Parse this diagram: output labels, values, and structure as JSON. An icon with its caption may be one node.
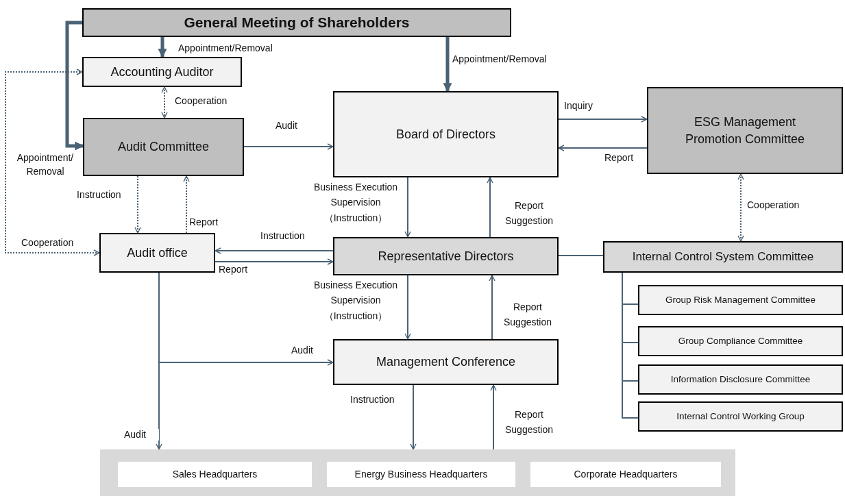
{
  "diagram": {
    "nodes": [
      {
        "text": [
          "General Meeting of Shareholders"
        ]
      },
      {
        "text": [
          "Accounting Auditor"
        ]
      },
      {
        "text": [
          "Audit Committee"
        ]
      },
      {
        "text": [
          "Board of Directors"
        ]
      },
      {
        "text": [
          "ESG Management Promotion Committee"
        ]
      },
      {
        "text": [
          "Audit office"
        ]
      },
      {
        "text": [
          "Representative Directors"
        ]
      },
      {
        "text": [
          "Internal Control System Committee"
        ]
      },
      {
        "text": [
          "Group Risk Management Committee"
        ]
      },
      {
        "text": [
          "Group Compliance Committee"
        ]
      },
      {
        "text": [
          "Information Disclosure Committee"
        ]
      },
      {
        "text": [
          "Internal Control Working Group"
        ]
      },
      {
        "text": [
          "Management Conference"
        ]
      },
      {
        "text": [],
        "shape": "band"
      },
      {
        "text": [
          "Sales Headquarters"
        ],
        "in": 13
      },
      {
        "text": [
          "Energy Business Headquarters"
        ],
        "in": 13
      },
      {
        "text": [
          "Corporate Headquarters"
        ],
        "in": 13
      }
    ],
    "edges": [
      {
        "from": 0,
        "to": 1,
        "arrow": "to",
        "label": "Appointment/Removal",
        "style": "thick"
      },
      {
        "from": 0,
        "to": 2,
        "arrow": "to",
        "label": "Appointment/ Removal",
        "style": "thick"
      },
      {
        "from": 0,
        "to": 3,
        "arrow": "to",
        "label": "Appointment/Removal",
        "style": "thick"
      },
      {
        "from": 1,
        "to": 2,
        "arrow": "both",
        "label": "Cooperation",
        "style": "dashed"
      },
      {
        "from": 5,
        "to": 1,
        "arrow": "both",
        "label": "Cooperation",
        "style": "dashed"
      },
      {
        "from": 2,
        "to": 3,
        "arrow": "to",
        "label": "Audit"
      },
      {
        "from": 2,
        "to": 5,
        "arrow": "to",
        "label": "Instruction",
        "style": "dashed"
      },
      {
        "from": 5,
        "to": 2,
        "arrow": "to",
        "label": "Report",
        "style": "dashed"
      },
      {
        "from": 3,
        "to": 4,
        "arrow": "to",
        "label": "Inquiry"
      },
      {
        "from": 4,
        "to": 3,
        "arrow": "to",
        "label": "Report"
      },
      {
        "from": 4,
        "to": 7,
        "arrow": "both",
        "label": "Cooperation",
        "style": "dashed"
      },
      {
        "from": 3,
        "to": 6,
        "arrow": "to",
        "label": "Business Execution Supervision （Instruction）"
      },
      {
        "from": 6,
        "to": 3,
        "arrow": "to",
        "label": "Report Suggestion"
      },
      {
        "from": 6,
        "to": 5,
        "arrow": "to",
        "label": "Instruction"
      },
      {
        "from": 5,
        "to": 6,
        "arrow": "to",
        "label": "Report"
      },
      {
        "from": 6,
        "to": 7,
        "arrow": "none"
      },
      {
        "from": 6,
        "to": 12,
        "arrow": "to",
        "label": "Business Execution Supervision （Instruction）"
      },
      {
        "from": 12,
        "to": 6,
        "arrow": "to",
        "label": "Report Suggestion"
      },
      {
        "from": 5,
        "to": 12,
        "arrow": "to",
        "label": "Audit"
      },
      {
        "from": 5,
        "to": 13,
        "arrow": "to",
        "label": "Audit"
      },
      {
        "from": 12,
        "to": 13,
        "arrow": "to",
        "label": "Instruction"
      },
      {
        "from": 13,
        "to": 12,
        "arrow": "to",
        "label": "Report Suggestion"
      },
      {
        "from": 7,
        "to": 8,
        "arrow": "none"
      },
      {
        "from": 7,
        "to": 9,
        "arrow": "none"
      },
      {
        "from": 7,
        "to": 10,
        "arrow": "none"
      },
      {
        "from": 7,
        "to": 11,
        "arrow": "none"
      }
    ]
  }
}
